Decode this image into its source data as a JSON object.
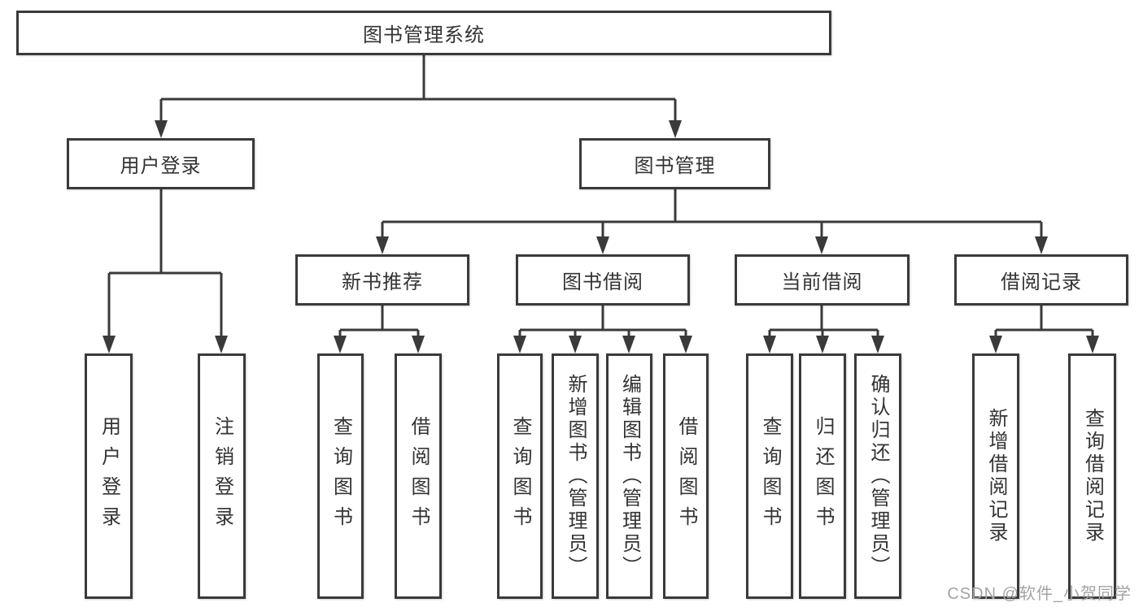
{
  "diagram_title": "图书管理系统",
  "nodes": {
    "root": {
      "label": "图书管理系统"
    },
    "user_login_branch": {
      "label": "用户登录"
    },
    "book_mgmt": {
      "label": "图书管理"
    },
    "new_book_rec": {
      "label": "新书推荐"
    },
    "book_borrow": {
      "label": "图书借阅"
    },
    "current_borrow": {
      "label": "当前借阅"
    },
    "borrow_records": {
      "label": "借阅记录"
    },
    "leaves": {
      "user_login": {
        "label": "用户登录"
      },
      "logout": {
        "label": "注销登录"
      },
      "nb_query_books": {
        "label": "查询图书"
      },
      "nb_borrow_books": {
        "label": "借阅图书"
      },
      "bb_query_books": {
        "label": "查询图书"
      },
      "bb_add_books": {
        "label": "新增图书（管理员）"
      },
      "bb_edit_books": {
        "label": "编辑图书（管理员）"
      },
      "bb_borrow_books": {
        "label": "借阅图书"
      },
      "cb_query_books": {
        "label": "查询图书"
      },
      "cb_return_books": {
        "label": "归还图书"
      },
      "cb_confirm_return": {
        "label": "确认归还（管理员）"
      },
      "br_add_record": {
        "label": "新增借阅记录"
      },
      "br_query_record": {
        "label": "查询借阅记录"
      }
    }
  },
  "edges": {
    "图书管理系统": [
      "用户登录",
      "图书管理"
    ],
    "用户登录": [
      "用户登录",
      "注销登录"
    ],
    "图书管理": [
      "新书推荐",
      "图书借阅",
      "当前借阅",
      "借阅记录"
    ],
    "新书推荐": [
      "查询图书",
      "借阅图书"
    ],
    "图书借阅": [
      "查询图书",
      "新增图书（管理员）",
      "编辑图书（管理员）",
      "借阅图书"
    ],
    "当前借阅": [
      "查询图书",
      "归还图书",
      "确认归还（管理员）"
    ],
    "借阅记录": [
      "新增借阅记录",
      "查询借阅记录"
    ]
  },
  "watermark": {
    "text": "CSDN @软件_小贺同学"
  },
  "colors": {
    "line": "#3a3a3a",
    "node_border": "#3a3a3a",
    "node_text": "#333333",
    "node_bg": "#ffffff",
    "watermark": "#a3a3a3",
    "background": "#ffffff"
  }
}
